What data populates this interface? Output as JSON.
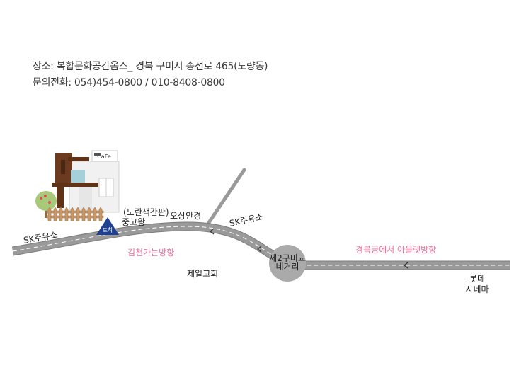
{
  "info": {
    "address": "장소: 복합문화공간옴스_ 경북 구미시 송선로 465(도량동)",
    "phone": "문의전화: 054)454-0800 / 010-8408-0800"
  },
  "map": {
    "cafe_sign": "CaFe",
    "destination_badge": "도착",
    "labels": {
      "sk_left": "SK주유소",
      "sk_right": "SK주유소",
      "jungo_sub": "(노란색간판)",
      "jungo": "중고왕",
      "osang": "오상안경",
      "gimcheon": "김천가는방향",
      "church": "제일교회",
      "intersection_1": "제2구미교",
      "intersection_2": "네거리",
      "gyeongbok": "경북궁에서 아울렛방향",
      "lotte_1": "롯데",
      "lotte_2": "시네마"
    }
  },
  "colors": {
    "road": "#9a9a9a",
    "road_edge": "#7d7d7d",
    "road_dash": "#ffffff",
    "direction_text": "#ee6f9e",
    "badge": "#1f3f8f",
    "circle": "#aaaaaa"
  }
}
